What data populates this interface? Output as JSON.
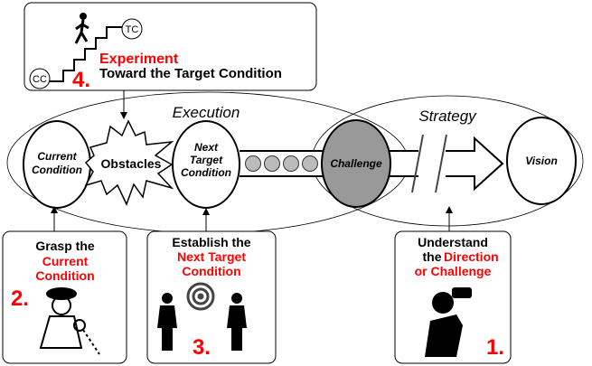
{
  "top_box": {
    "step": "4.",
    "title_red": "Experiment",
    "title_black": "Toward the Target Condition",
    "cc": "CC",
    "tc": "TC"
  },
  "ellipses": {
    "execution": "Execution",
    "strategy": "Strategy"
  },
  "nodes": {
    "current": [
      "Current",
      "Condition"
    ],
    "obstacles": "Obstacles",
    "next": [
      "Next",
      "Target",
      "Condition"
    ],
    "challenge": "Challenge",
    "vision": "Vision"
  },
  "boxes": [
    {
      "lines_black": [
        "Grasp the"
      ],
      "lines_red": [
        "Current",
        "Condition"
      ],
      "step": "2."
    },
    {
      "lines_black": [
        "Establish the"
      ],
      "lines_red": [
        "Next Target",
        "Condition"
      ],
      "step": "3."
    },
    {
      "lines_black": [
        "Understand",
        "the"
      ],
      "lines_red": [
        "Direction",
        "or Challenge"
      ],
      "step": "1."
    }
  ],
  "colors": {
    "accent": "#ff0000",
    "challenge_fill": "#999999",
    "dots": "#bbbbbb"
  }
}
